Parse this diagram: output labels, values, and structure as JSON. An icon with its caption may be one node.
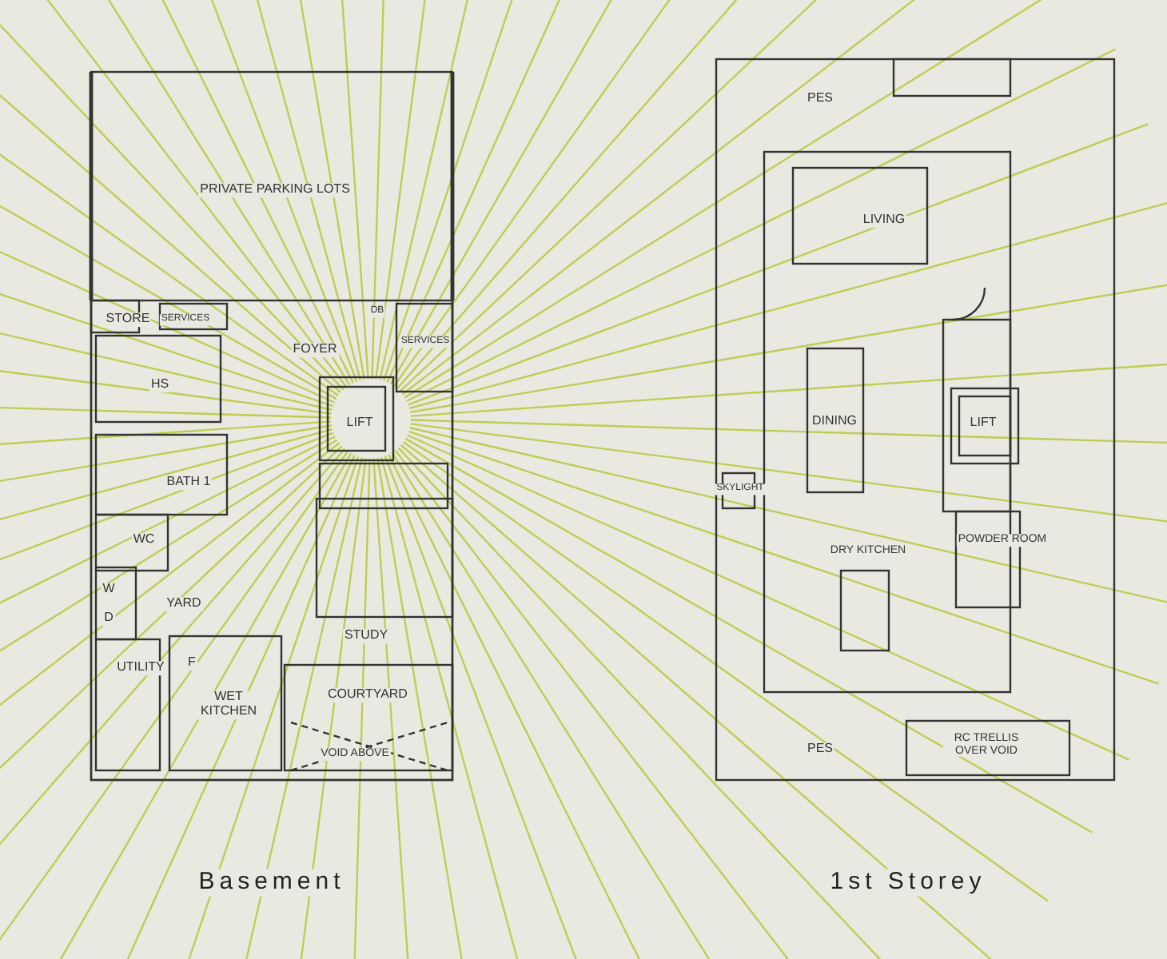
{
  "diagram": {
    "labels": [
      "PRIVATE PARKING LOTS",
      "STORE",
      "SERVICES",
      "DB",
      "FOYER",
      "SERVICES",
      "HS",
      "LIFT",
      "BATH 1",
      "WC",
      "W",
      "D",
      "YARD",
      "STUDY",
      "UTILITY",
      "F",
      "WET KITCHEN",
      "COURTYARD",
      "VOID ABOVE",
      "Basement",
      "PES",
      "LIVING",
      "DINING",
      "LIFT",
      "SKYLIGHT",
      "DRY KITCHEN",
      "POWDER ROOM",
      "PES",
      "RC TRELLIS OVER VOID",
      "1st Storey"
    ]
  }
}
